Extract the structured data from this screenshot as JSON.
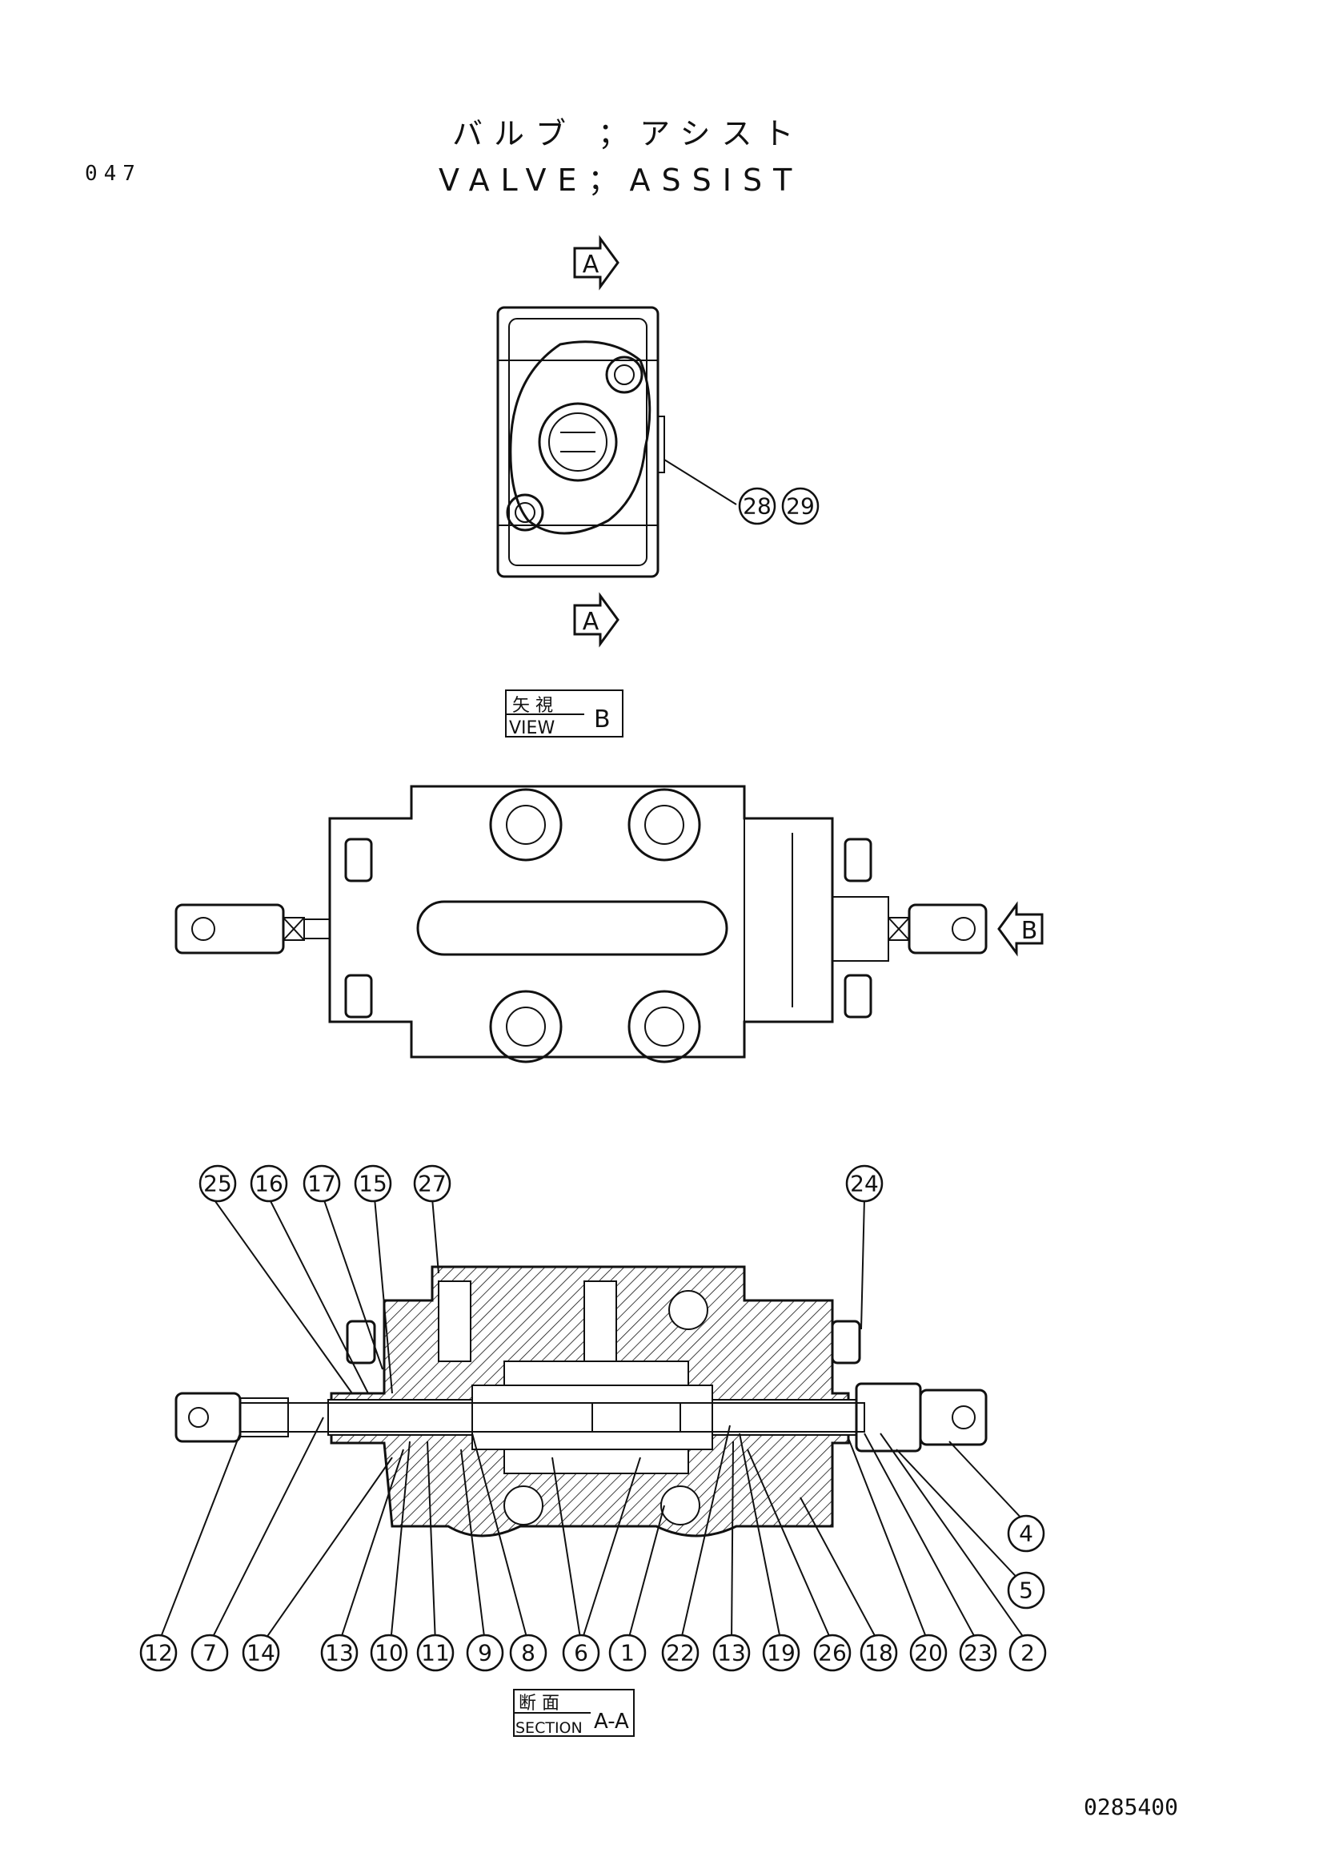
{
  "page": {
    "number": "047",
    "title_jp": "バルブ ；アシスト",
    "title_en": "VALVE；ASSIST",
    "drawing_no": "0285400"
  },
  "labels": {
    "arrow_a": "A",
    "arrow_b": "B",
    "view_jp": "矢 視",
    "view_en": "VIEW",
    "view_letter": "B",
    "section_jp": "断 面",
    "section_en": "SECTION",
    "section_letter": "A-A"
  },
  "callouts_top": [
    "28",
    "29"
  ],
  "callouts_upper": [
    "25",
    "16",
    "17",
    "15",
    "27",
    "24"
  ],
  "callouts_right": [
    "4",
    "5"
  ],
  "callouts_bottom": [
    "12",
    "7",
    "14",
    "13",
    "10",
    "11",
    "9",
    "8",
    "6",
    "1",
    "22",
    "13",
    "19",
    "26",
    "18",
    "20",
    "23",
    "2"
  ]
}
